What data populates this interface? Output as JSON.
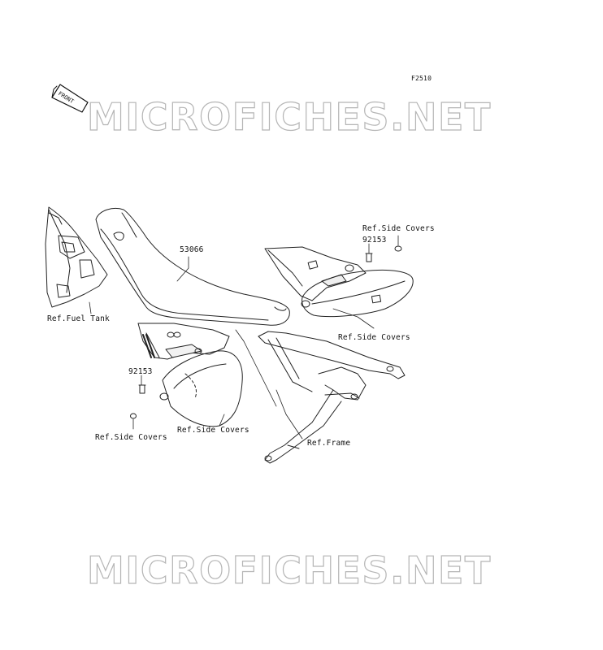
{
  "figure_code": "F2510",
  "front_badge": "FRONT",
  "watermark": {
    "text": "MICROFICHES.NET",
    "color": "#b5b5b5"
  },
  "labels": {
    "seat_part": "53066",
    "bolt_upper": "92153",
    "bolt_left": "92153",
    "ref_side_covers_top": "Ref.Side Covers",
    "ref_side_covers_right": "Ref.Side Covers",
    "ref_side_covers_left": "Ref.Side Covers",
    "ref_side_covers_center": "Ref.Side Covers",
    "ref_fuel_tank": "Ref.Fuel Tank",
    "ref_frame": "Ref.Frame"
  },
  "line_color": "#222222"
}
